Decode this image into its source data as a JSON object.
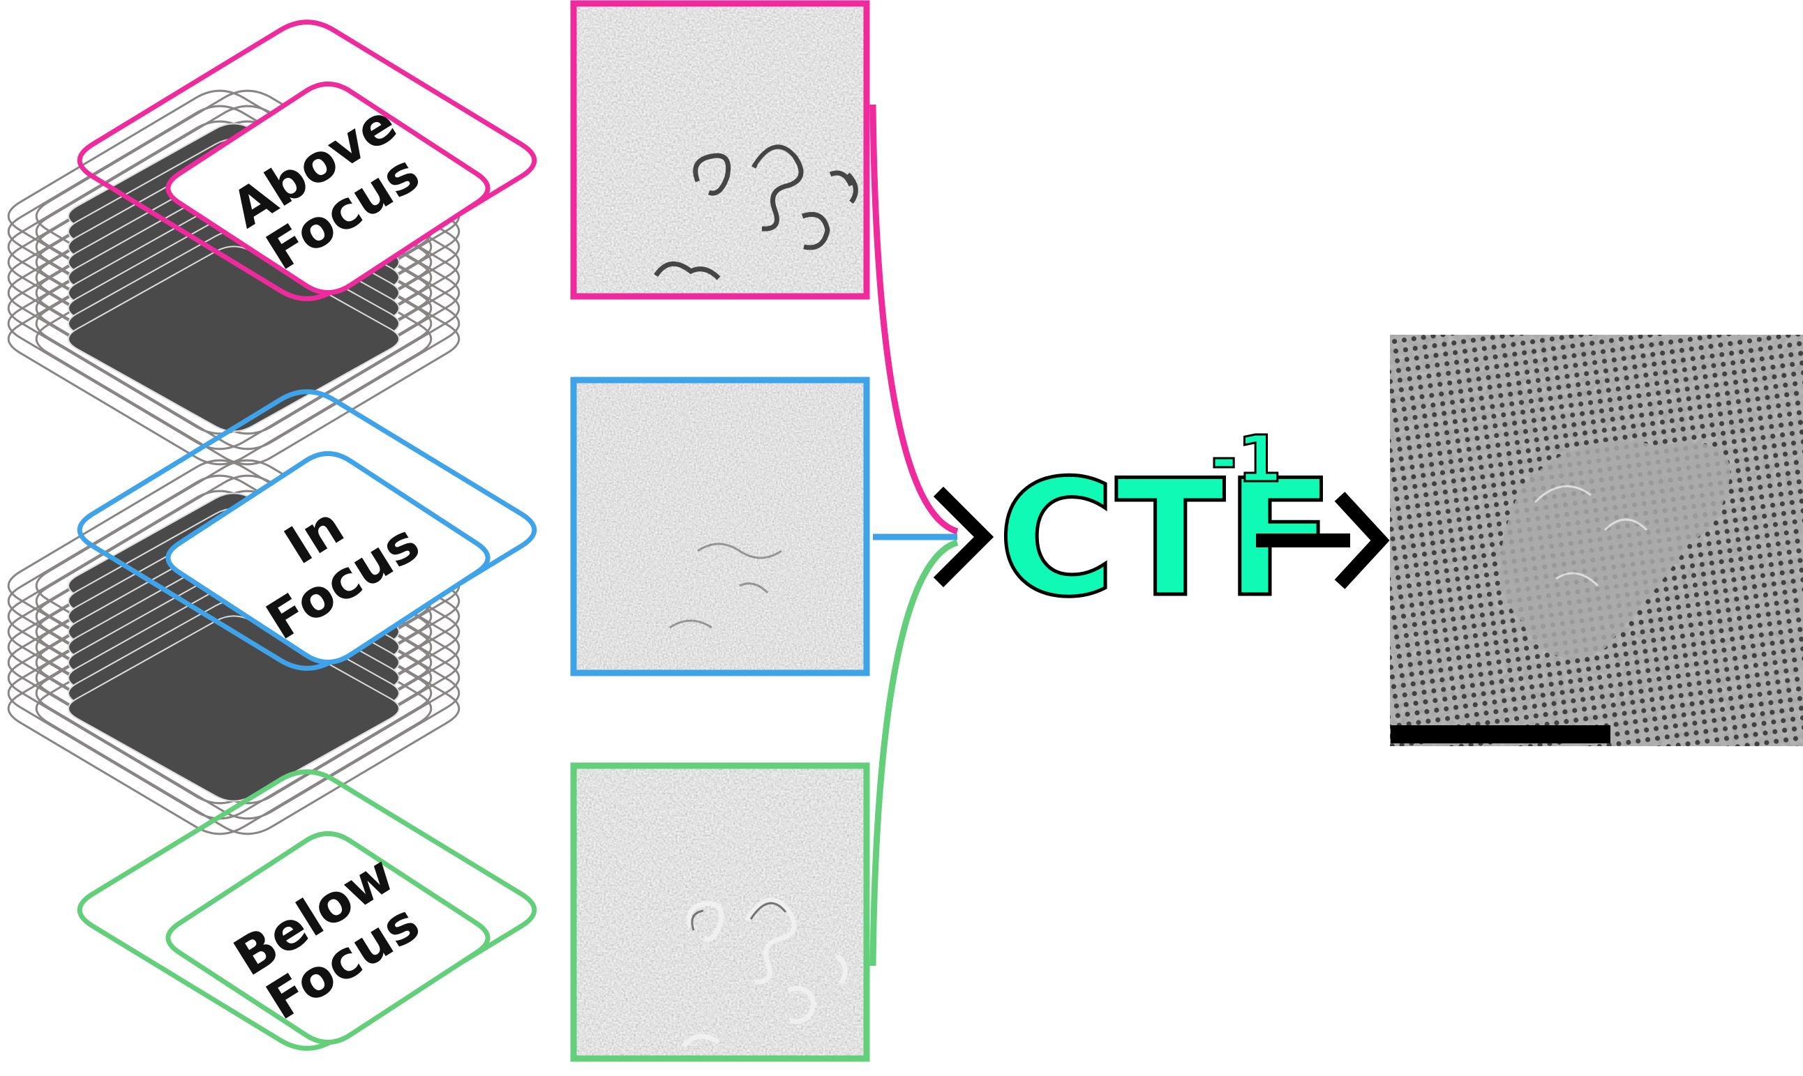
{
  "colors": {
    "above": "#ee2a9c",
    "in": "#3fa3ea",
    "below": "#63cf7a",
    "accent": "#0ffab4",
    "stack_outline": "#8a8585",
    "stack_fill": "#4a4a4a",
    "arrow": "#000000"
  },
  "planes": [
    {
      "key": "above",
      "line1": "Above",
      "line2": "Focus"
    },
    {
      "key": "in",
      "line1": "In",
      "line2": "Focus"
    },
    {
      "key": "below",
      "line1": "Below",
      "line2": "Focus"
    }
  ],
  "operator": {
    "symbol": "CTF",
    "exponent": "-1"
  },
  "icons": [
    "chevron-right-icon",
    "arrow-right-icon"
  ]
}
